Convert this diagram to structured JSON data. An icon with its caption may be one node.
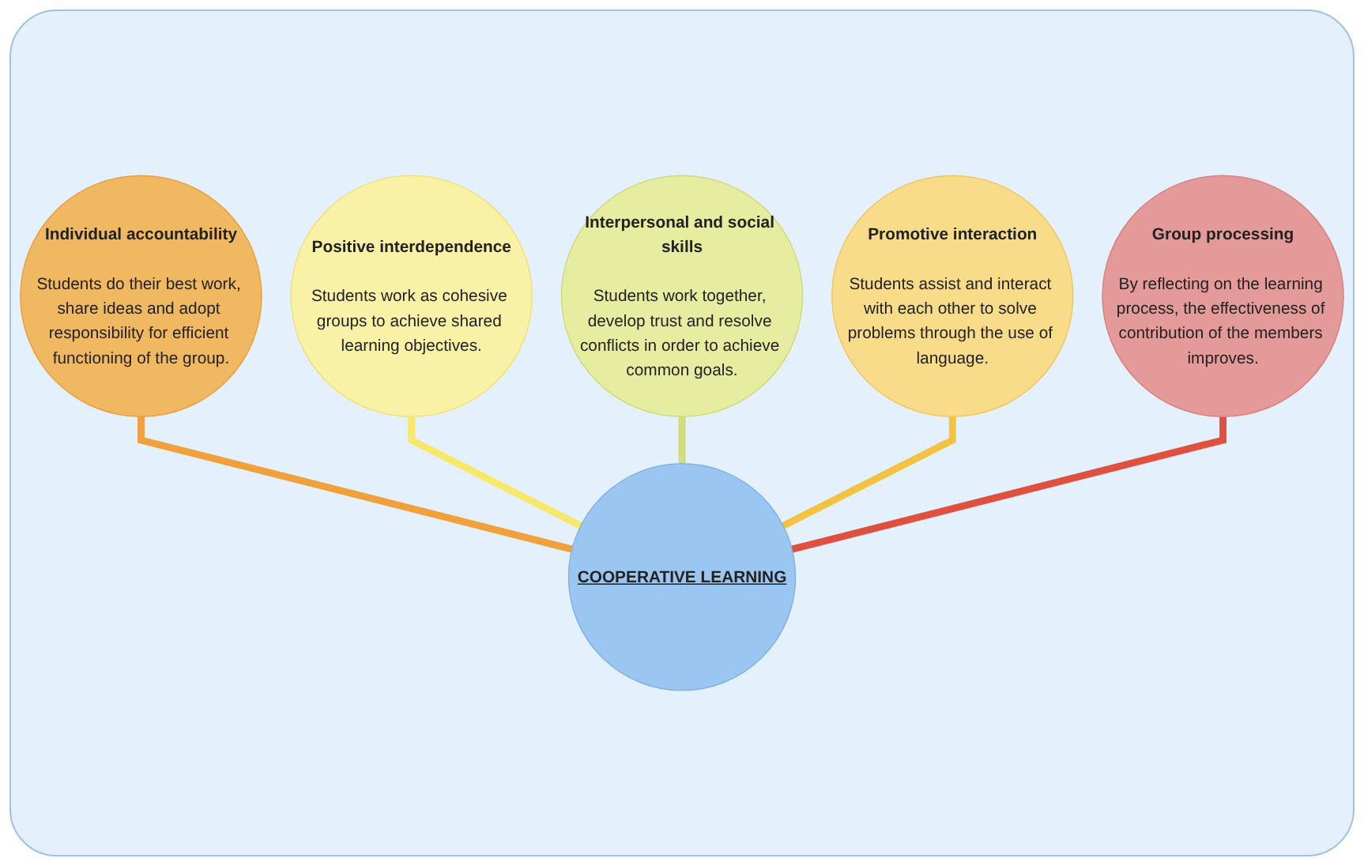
{
  "diagram": {
    "nodes": [
      {
        "text": [
          "Interpersonal and social skills",
          "Students work together, develop trust and resolve conflicts in order to achieve common goals."
        ]
      },
      {
        "text": [
          "Positive interdependence",
          "Students work as cohesive groups to achieve shared learning objectives."
        ]
      },
      {
        "text": [
          "Promotive interaction",
          "Students assist and interact with each other to solve problems through the use of language."
        ]
      },
      {
        "text": [
          "Individual accountability",
          "Students do their best work, share ideas and adopt responsibility for efficient functioning of the group."
        ]
      },
      {
        "text": [
          "COOPERATIVE LEARNING"
        ]
      },
      {
        "text": [
          "Group processing",
          "By reflecting on the learning process, the effectiveness of contribution of the members improves."
        ]
      }
    ],
    "edges": [
      {
        "from": 4,
        "to": 3,
        "arrow": "none",
        "color": "#f0a13c"
      },
      {
        "from": 4,
        "to": 1,
        "arrow": "none",
        "color": "#f7e86a"
      },
      {
        "from": 4,
        "to": 0,
        "arrow": "none",
        "color": "#d2de78"
      },
      {
        "from": 4,
        "to": 2,
        "arrow": "none",
        "color": "#f3c240"
      },
      {
        "from": 4,
        "to": 5,
        "arrow": "none",
        "color": "#e0503e"
      }
    ]
  }
}
